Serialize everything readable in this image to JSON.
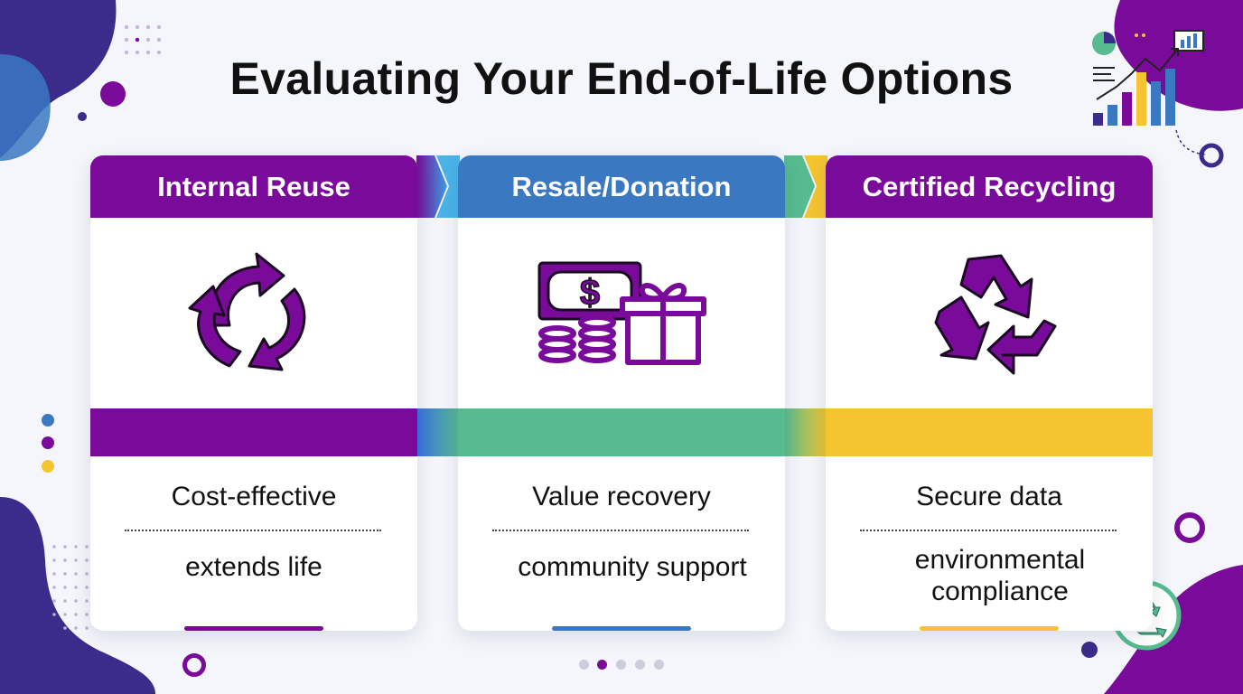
{
  "title": "Evaluating Your End-of-Life Options",
  "colors": {
    "purple": "#7a0a9a",
    "blue": "#3a78c2",
    "green": "#57bb90",
    "yellow": "#f4c431",
    "navy": "#3b2b8a"
  },
  "cards": [
    {
      "heading": "Internal Reuse",
      "icon": "cycle-arrows-icon",
      "point1": "Cost-effective",
      "point2": "extends life",
      "head_color": "#7a0a9a",
      "band_color": "#7a0a9a",
      "underline_color": "#7a0a9a"
    },
    {
      "heading": "Resale/Donation",
      "icon": "money-gift-icon",
      "point1": "Value recovery",
      "point2": "community support",
      "head_color": "#3a78c2",
      "band_color": "#57bb90",
      "underline_color": "#3a78c2"
    },
    {
      "heading": "Certified Recycling",
      "icon": "recycle-icon",
      "point1": "Secure data",
      "point2": "environmental\ncompliance",
      "head_color": "#7a0a9a",
      "band_color": "#f4c431",
      "underline_color": "#f4c431"
    }
  ],
  "pager": {
    "pages": 5,
    "active": 2
  }
}
